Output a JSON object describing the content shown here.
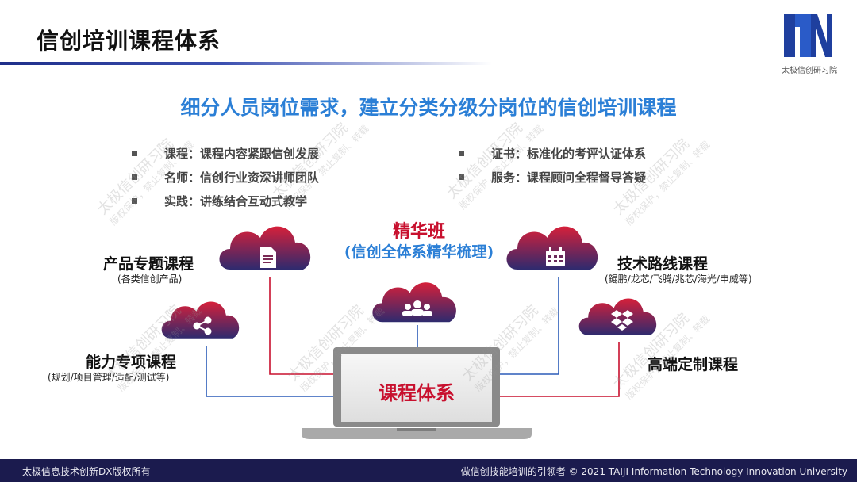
{
  "header": {
    "title": "信创培训课程体系",
    "logo_text": "太极信创研习院"
  },
  "subtitle": "细分人员岗位需求，建立分类分级分岗位的信创培训课程",
  "bullets_left": [
    "课程：课程内容紧跟信创发展",
    "名师：信创行业资深讲师团队",
    "实践：讲练结合互动式教学"
  ],
  "bullets_right": [
    "证书：标准化的考评认证体系",
    "服务：课程顾问全程督导答疑"
  ],
  "nodes": {
    "product": {
      "title": "产品专题课程",
      "note": "(各类信创产品)",
      "icon": "document-icon"
    },
    "ability": {
      "title": "能力专项课程",
      "note": "(规划/项目管理/适配/测试等)",
      "icon": "share-icon"
    },
    "elite": {
      "title": "精华班",
      "note": "(信创全体系精华梳理)",
      "icon": "group-icon"
    },
    "tech": {
      "title": "技术路线课程",
      "note": "(鲲鹏/龙芯/飞腾/兆芯/海光/申威等)",
      "icon": "calendar-icon"
    },
    "custom": {
      "title": "高端定制课程",
      "icon": "dropbox-icon"
    },
    "center": {
      "title": "课程体系",
      "icon": "laptop-icon"
    }
  },
  "watermark": {
    "line1": "太极信创研习院",
    "line2": "版权保护，禁止复制、转载"
  },
  "footer": {
    "left": "太极信息技术创新DX版权所有",
    "right": "做信创技能培训的引领者 © 2021 TAIJI Information Technology Innovation University"
  },
  "colors": {
    "accent_blue": "#2b7fd6",
    "accent_red": "#c8102e",
    "cloud_top": "#d6203a",
    "cloud_bottom": "#2e2a6e",
    "footer_bg": "#1b1b4e"
  }
}
